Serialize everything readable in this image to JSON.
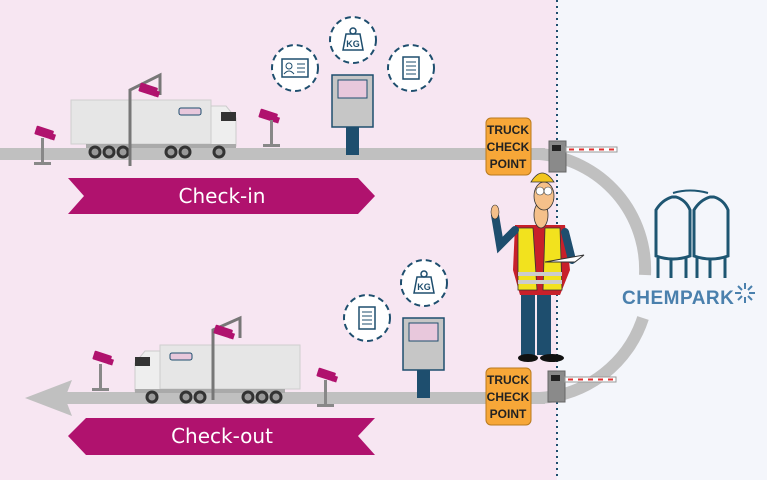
{
  "colors": {
    "accent": "#b0126e",
    "left_background": "#f7e6f2",
    "right_background": "#f4f6fb",
    "road": "#c0c0c0",
    "sign": "#f7a738",
    "logo": "#4a80ad",
    "dark_blue": "#1e4e6e"
  },
  "check_in": {
    "label": "Check-in",
    "icons": [
      "id-card-icon",
      "weight-kg-icon",
      "document-icon"
    ],
    "weight_label": "KG"
  },
  "check_out": {
    "label": "Check-out",
    "icons": [
      "document-icon",
      "weight-kg-icon"
    ],
    "weight_label": "KG"
  },
  "checkpoint_sign": {
    "line1": "TRUCK",
    "line2": "CHECK",
    "line3": "POINT"
  },
  "logo": {
    "text": "CHEMPARK"
  }
}
